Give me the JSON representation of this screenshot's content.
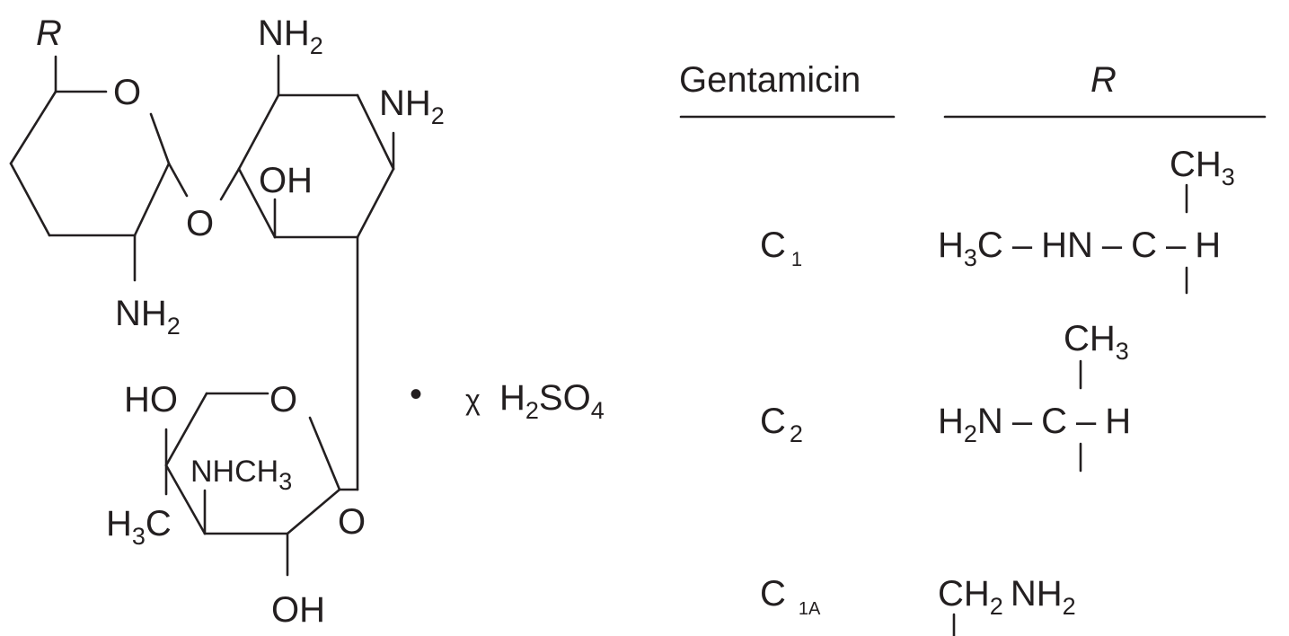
{
  "structure": {
    "r_label": "R",
    "ring1_o": "O",
    "glyco_o1": "O",
    "ring2_nh2_top": "NH",
    "ring2_nh2_top_sub": "2",
    "ring2_nh2_right": "NH",
    "ring2_nh2_right_sub": "2",
    "ring2_oh": "OH",
    "ring1_nh2": "NH",
    "ring1_nh2_sub": "2",
    "ring3_ho": "HO",
    "ring3_o": "O",
    "ring3_nhch3": "NHCH",
    "ring3_nhch3_sub": "3",
    "ring3_h3c": "H",
    "ring3_h3c_sub": "3",
    "ring3_h3c_tail": "C",
    "glyco_o2": "O",
    "ring3_oh": "OH",
    "salt_dot": "•",
    "salt_chi": "χ",
    "salt_h": "H",
    "salt_h_sub": "2",
    "salt_so": "SO",
    "salt_so_sub": "4"
  },
  "table": {
    "header_col1": "Gentamicin",
    "header_col2": "R",
    "rows": [
      {
        "name": "C",
        "name_sub": "1",
        "r_top": "CH",
        "r_top_sub": "3",
        "r_left_h": "H",
        "r_left_h_sub": "3",
        "r_left_c": "C",
        "dash1": "–",
        "r_hn": "HN",
        "dash2": "–",
        "r_c": "C",
        "dash3": "–",
        "r_h": "H"
      },
      {
        "name": "C",
        "name_sub": "2",
        "r_top": "CH",
        "r_top_sub": "3",
        "r_left_h": "H",
        "r_left_h_sub": "2",
        "r_left_n": "N",
        "dash1": "–",
        "r_c": "C",
        "dash2": "–",
        "r_h": "H"
      },
      {
        "name": "C",
        "name_sub": "1A",
        "r_ch": "CH",
        "r_ch_sub": "2",
        "r_nh": "NH",
        "r_nh_sub": "2"
      }
    ]
  }
}
